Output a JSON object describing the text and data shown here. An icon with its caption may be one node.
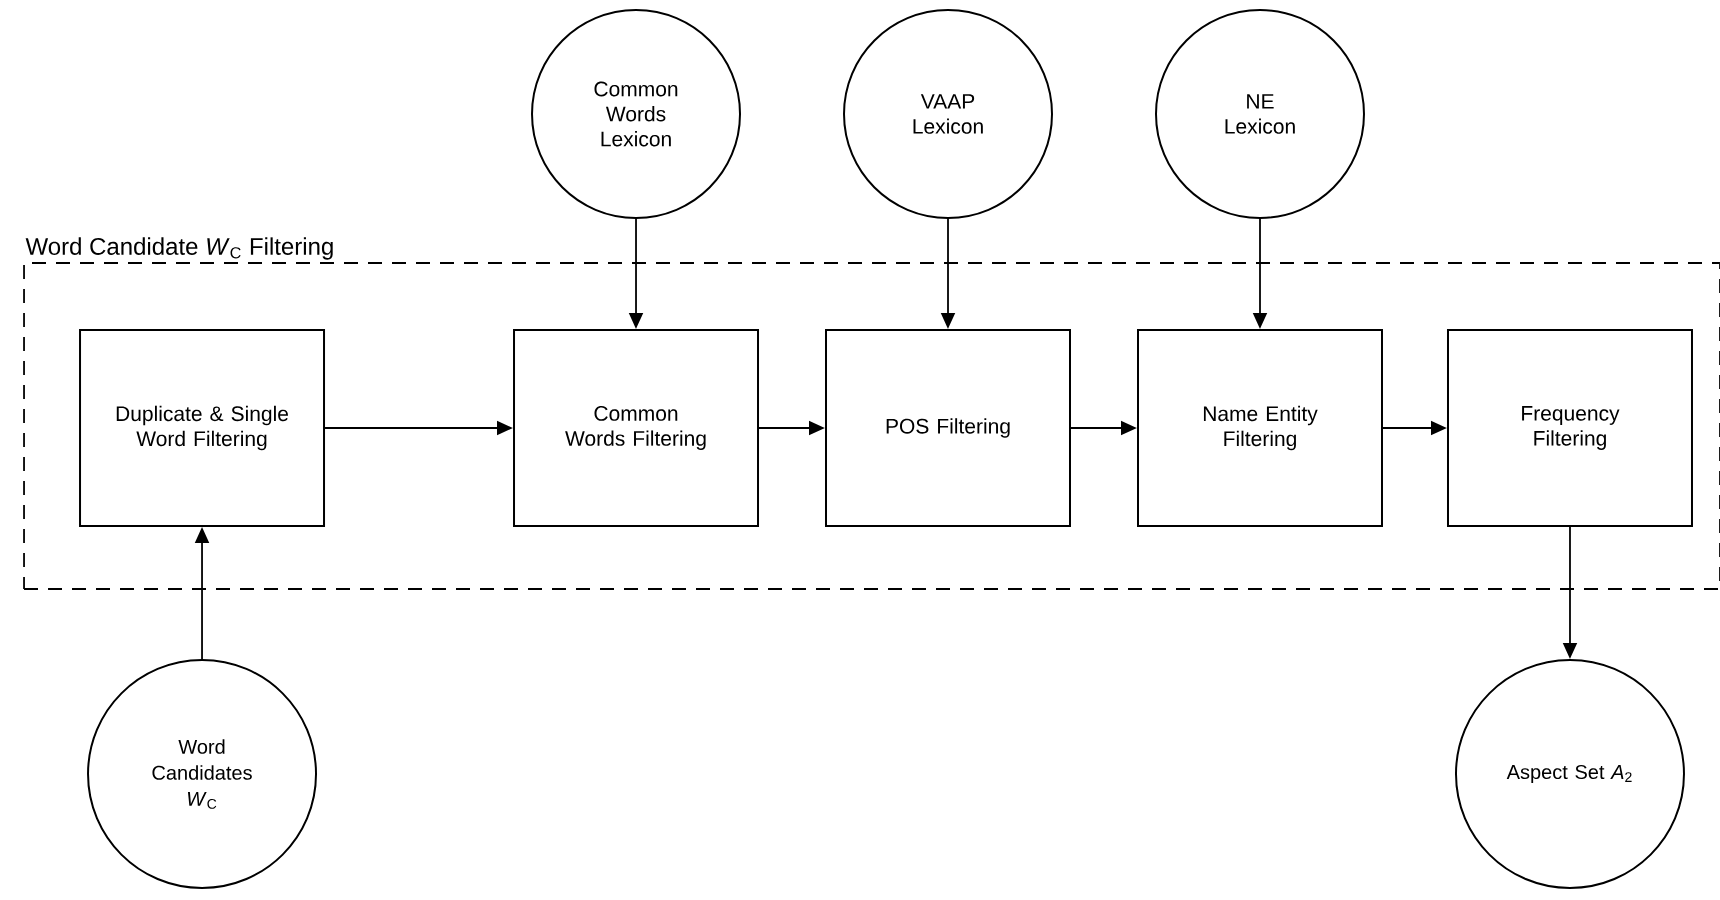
{
  "diagram": {
    "nodes": [
      {
        "text": [
          "Word Candidate *W*$_{C}$ Filtering"
        ]
      },
      {
        "text": [
          "Common Words Lexicon"
        ]
      },
      {
        "text": [
          "VAAP Lexicon"
        ]
      },
      {
        "text": [
          "NE Lexicon"
        ]
      },
      {
        "text": [
          "Duplicate & Single Word Filtering"
        ],
        "in": 0
      },
      {
        "text": [
          "Common Words Filtering"
        ],
        "in": 0
      },
      {
        "text": [
          "POS Filtering"
        ],
        "in": 0
      },
      {
        "text": [
          "Name Entity Filtering"
        ],
        "in": 0
      },
      {
        "text": [
          "Frequency Filtering"
        ],
        "in": 0
      },
      {
        "text": [
          "Word Candidates *W*$_{C}$"
        ]
      },
      {
        "text": [
          "Aspect Set *A*$_{2}$"
        ]
      }
    ],
    "edges": [
      {
        "from": 4,
        "to": 5,
        "arrow": "to"
      },
      {
        "from": 5,
        "to": 6,
        "arrow": "to"
      },
      {
        "from": 6,
        "to": 7,
        "arrow": "to"
      },
      {
        "from": 7,
        "to": 8,
        "arrow": "to"
      },
      {
        "from": 1,
        "to": 5,
        "arrow": "to"
      },
      {
        "from": 2,
        "to": 6,
        "arrow": "to"
      },
      {
        "from": 3,
        "to": 7,
        "arrow": "to"
      },
      {
        "from": 9,
        "to": 4,
        "arrow": "to"
      },
      {
        "from": 8,
        "to": 10,
        "arrow": "to"
      }
    ]
  }
}
